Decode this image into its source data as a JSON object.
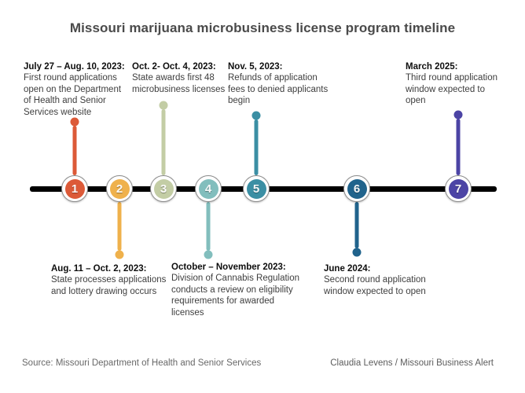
{
  "title": "Missouri marijuana microbusiness license program timeline",
  "events": [
    {
      "num": "1",
      "color": "#DC5A38",
      "side": "top",
      "date": "July 27 – Aug. 10, 2023:",
      "desc": "First round applications open on the Department of Health and Senior Services website"
    },
    {
      "num": "2",
      "color": "#EFB14C",
      "side": "bottom",
      "date": "Aug. 11 – Oct. 2, 2023:",
      "desc": "State processes applications and lottery drawing occurs"
    },
    {
      "num": "3",
      "color": "#C3CDA5",
      "side": "top",
      "date": "Oct. 2- Oct. 4, 2023:",
      "desc": "State awards first 48 microbusiness licenses"
    },
    {
      "num": "4",
      "color": "#82BEBD",
      "side": "bottom",
      "date": "October – November 2023:",
      "desc": "Division of Cannabis Regulation conducts a review on eligibility requirements for awarded licenses"
    },
    {
      "num": "5",
      "color": "#3B8FA4",
      "side": "top",
      "date": "Nov. 5, 2023:",
      "desc": "Refunds of application fees to denied applicants begin"
    },
    {
      "num": "6",
      "color": "#20638C",
      "side": "bottom",
      "date": "June 2024:",
      "desc": "Second round application window expected to open"
    },
    {
      "num": "7",
      "color": "#4C44A5",
      "side": "top",
      "date": "March 2025:",
      "desc": "Third round application window expected to open"
    }
  ],
  "footer": {
    "source": "Source: Missouri Department of Health and Senior Services",
    "credit": "Claudia Levens / Missouri Business Alert"
  }
}
